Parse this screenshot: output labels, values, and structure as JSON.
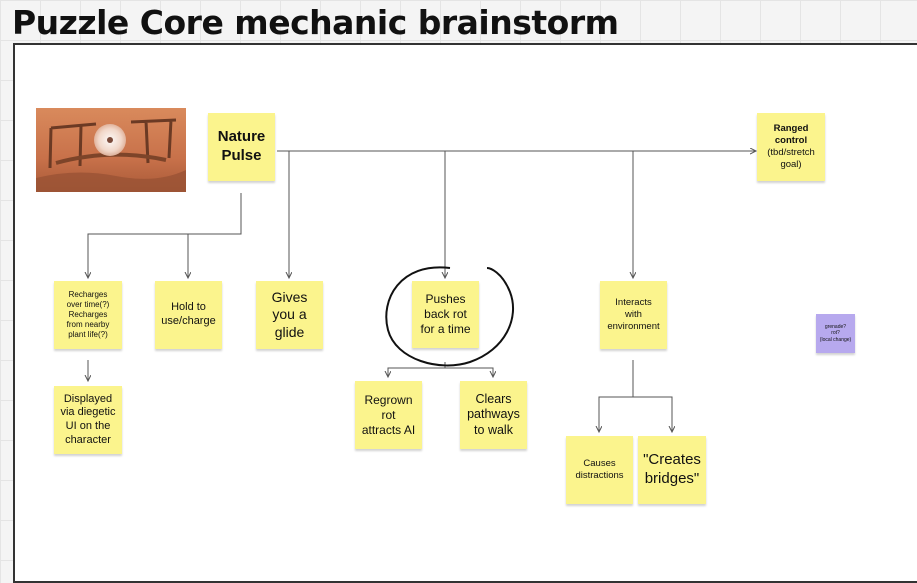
{
  "board": {
    "title": "Puzzle Core mechanic brainstorm"
  },
  "notes": {
    "nature_pulse": "Nature\nPulse",
    "ranged_control_title": "Ranged\ncontrol",
    "ranged_control_sub": "(tbd/stretch\ngoal)",
    "recharges": "Recharges\nover time(?)\nRecharges\nfrom nearby\nplant life(?)",
    "hold": "Hold to\nuse/charge",
    "glide": "Gives\nyou a\nglide",
    "pushes": "Pushes\nback rot\nfor a time",
    "interacts": "Interacts\nwith\nenvironment",
    "displayed": "Displayed\nvia diegetic\nUI on the\ncharacter",
    "regrown": "Regrown\nrot\nattracts AI",
    "clears": "Clears\npathways\nto walk",
    "distractions": "Causes\ndistractions",
    "bridges": "\"Creates\nbridges\"",
    "grenade": "grenade?\nrot?\n(local change)"
  },
  "colors": {
    "sticky_yellow": "#fbf48d",
    "sticky_purple": "#b7a9ee",
    "connector": "#555555",
    "frame_border": "#333333"
  },
  "image": {
    "description_icon": "game-screenshot-icon"
  }
}
